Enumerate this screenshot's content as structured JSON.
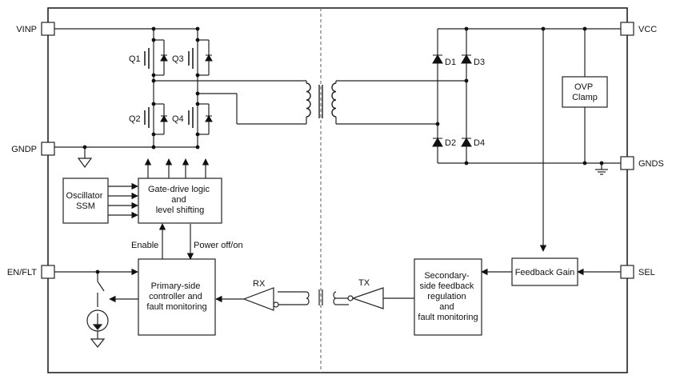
{
  "pins": {
    "vinp": "VINP",
    "gndp": "GNDP",
    "en_flt": "EN/FLT",
    "vcc": "VCC",
    "gnds": "GNDS",
    "sel": "SEL"
  },
  "transistors": {
    "q1": "Q1",
    "q2": "Q2",
    "q3": "Q3",
    "q4": "Q4"
  },
  "diodes": {
    "d1": "D1",
    "d2": "D2",
    "d3": "D3",
    "d4": "D4"
  },
  "blocks": {
    "oscillator": [
      "Oscillator",
      "SSM"
    ],
    "gate_drive": [
      "Gate-drive logic",
      "and",
      "level shifting"
    ],
    "primary_controller": [
      "Primary-side",
      "controller and",
      "fault monitoring"
    ],
    "secondary_feedback": [
      "Secondary-",
      "side feedback",
      "regulation",
      "and",
      "fault monitoring"
    ],
    "feedback_gain": [
      "Feedback Gain"
    ],
    "ovp_clamp": [
      "OVP",
      "Clamp"
    ]
  },
  "signals": {
    "enable": "Enable",
    "power_off_on": "Power off/on",
    "rx": "RX",
    "tx": "TX"
  }
}
